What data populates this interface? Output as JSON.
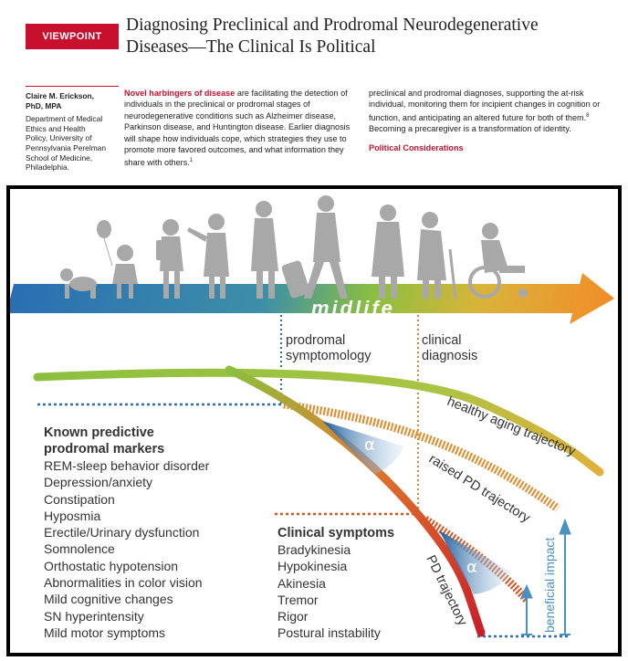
{
  "header": {
    "badge": "VIEWPOINT",
    "title_line1": "Diagnosing Preclinical and Prodromal Neurodegenerative",
    "title_line2": "Diseases—The Clinical Is Political",
    "colors": {
      "accent": "#c8102e"
    }
  },
  "author": {
    "name": "Claire M. Erickson,",
    "degree": "PhD, MPA",
    "affiliation": [
      "Department of Medical",
      "Ethics and Health",
      "Policy, University of",
      "Pennsylvania Perelman",
      "School of Medicine,",
      "Philadelphia."
    ]
  },
  "body": {
    "col1_lead": "Novel harbingers of disease",
    "col1_text": "are facilitating the detection of individuals in the preclinical or prodromal stages of neurodegenerative conditions such as Alzheimer disease, Parkinson disease, and Huntington disease. Earlier diagnosis will shape how individuals cope, which strategies they use to promote more favored outcomes, and what information they share with others.",
    "col1_ref": "1",
    "col2_text": "preclinical and prodromal diagnoses, supporting the at-risk individual, monitoring them for incipient changes in cognition or function, and anticipating an altered future for both of them.",
    "col2_ref": "8",
    "col2_text_after": "Becoming a precaregiver is a transformation of identity.",
    "section_heading": "Political Considerations"
  },
  "figure": {
    "arrow_label": "midlife",
    "stage_prodromal_1": "prodromal",
    "stage_prodromal_2": "symptomology",
    "stage_clinical_1": "clinical",
    "stage_clinical_2": "diagnosis",
    "healthy_label": "healthy aging trajectory",
    "raised_label": "raised PD trajectory",
    "pd_label": "PD trajectory",
    "alpha": "α",
    "beneficial_label": "beneficial impact",
    "markers_heading_1": "Known predictive",
    "markers_heading_2": "prodromal markers",
    "markers": [
      "REM-sleep behavior disorder",
      "Depression/anxiety",
      "Constipation",
      "Hyposmia",
      "Erectile/Urinary dysfunction",
      "Somnolence",
      "Orthostatic hypotension",
      "Abnormalities in color vision",
      "Mild cognitive changes",
      "SN hyperintensity",
      "Mild motor symptoms"
    ],
    "clinical_heading": "Clinical symptoms",
    "clinical_symptoms": [
      "Bradykinesia",
      "Hypokinesia",
      "Akinesia",
      "Tremor",
      "Rigor",
      "Postural instability"
    ],
    "colors": {
      "arrow_start": "#2a6eb3",
      "arrow_mid": "#8cbf3f",
      "arrow_end": "#f28c28",
      "healthy": "#8cbf3f",
      "raised": "#d9541f",
      "pd": "#d9302a",
      "silhouette": "#a8a8a8",
      "blue_line": "#2a6eb3",
      "beneficial": "#4a90c2"
    }
  }
}
